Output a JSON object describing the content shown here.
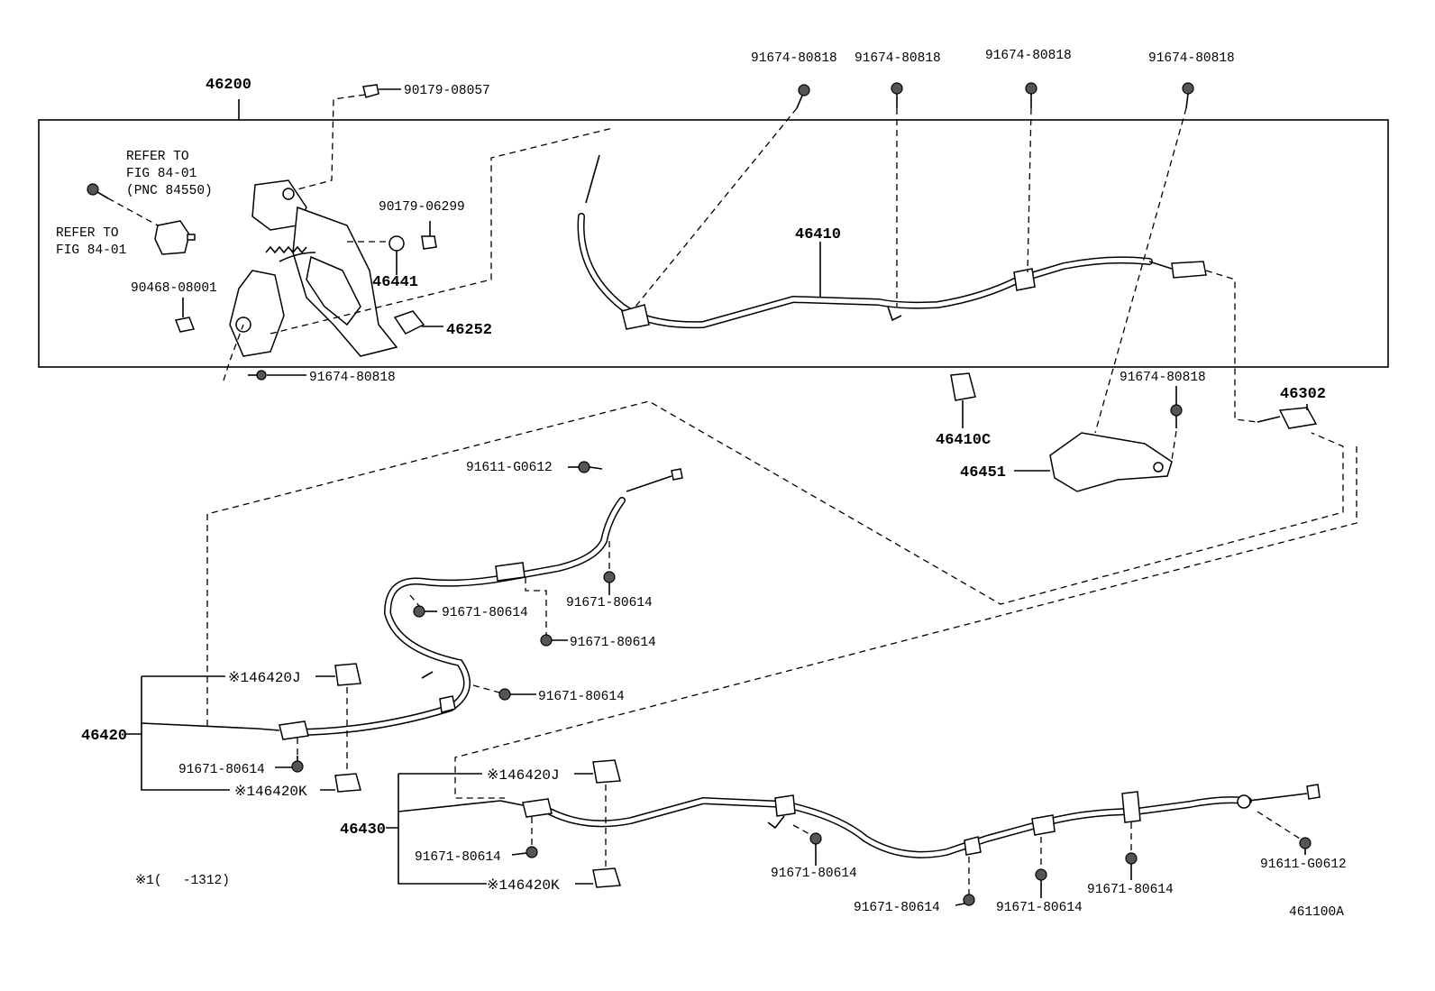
{
  "labels": {
    "assy_46200": "46200",
    "refer_1": "REFER TO",
    "refer_1b": "FIG 84-01",
    "refer_1c": "(PNC 84550)",
    "refer_2": "REFER TO",
    "refer_2b": "FIG 84-01",
    "p_90179_08057": "90179-08057",
    "p_90179_06299": "90179-06299",
    "p_46441": "46441",
    "p_90468_08001": "90468-08001",
    "p_46252": "46252",
    "p_91674_pedal": "91674-80818",
    "p_46410": "46410",
    "p_91674_a": "91674-80818",
    "p_91674_b": "91674-80818",
    "p_91674_c": "91674-80818",
    "p_91674_d": "91674-80818",
    "p_91674_e": "91674-80818",
    "p_46302": "46302",
    "p_46410C": "46410C",
    "p_46451": "46451",
    "p_91611_a": "91611-G0612",
    "p_91671_a": "91671-80614",
    "p_91671_b": "91671-80614",
    "p_91671_c": "91671-80614",
    "p_91671_d": "91671-80614",
    "p_46420J_a": "※146420J",
    "p_46420": "46420",
    "p_91671_e": "91671-80614",
    "p_46420K_a": "※146420K",
    "p_46420J_b": "※146420J",
    "p_46430": "46430",
    "p_91671_f": "91671-80614",
    "p_46420K_b": "※146420K",
    "p_91671_g": "91671-80614",
    "p_91671_h": "91671-80614",
    "p_91671_i": "91671-80614",
    "p_91671_j": "91671-80614",
    "p_91611_b": "91611-G0612",
    "footnote": "※1(　 -1312)",
    "diagram_id": "461100A"
  }
}
